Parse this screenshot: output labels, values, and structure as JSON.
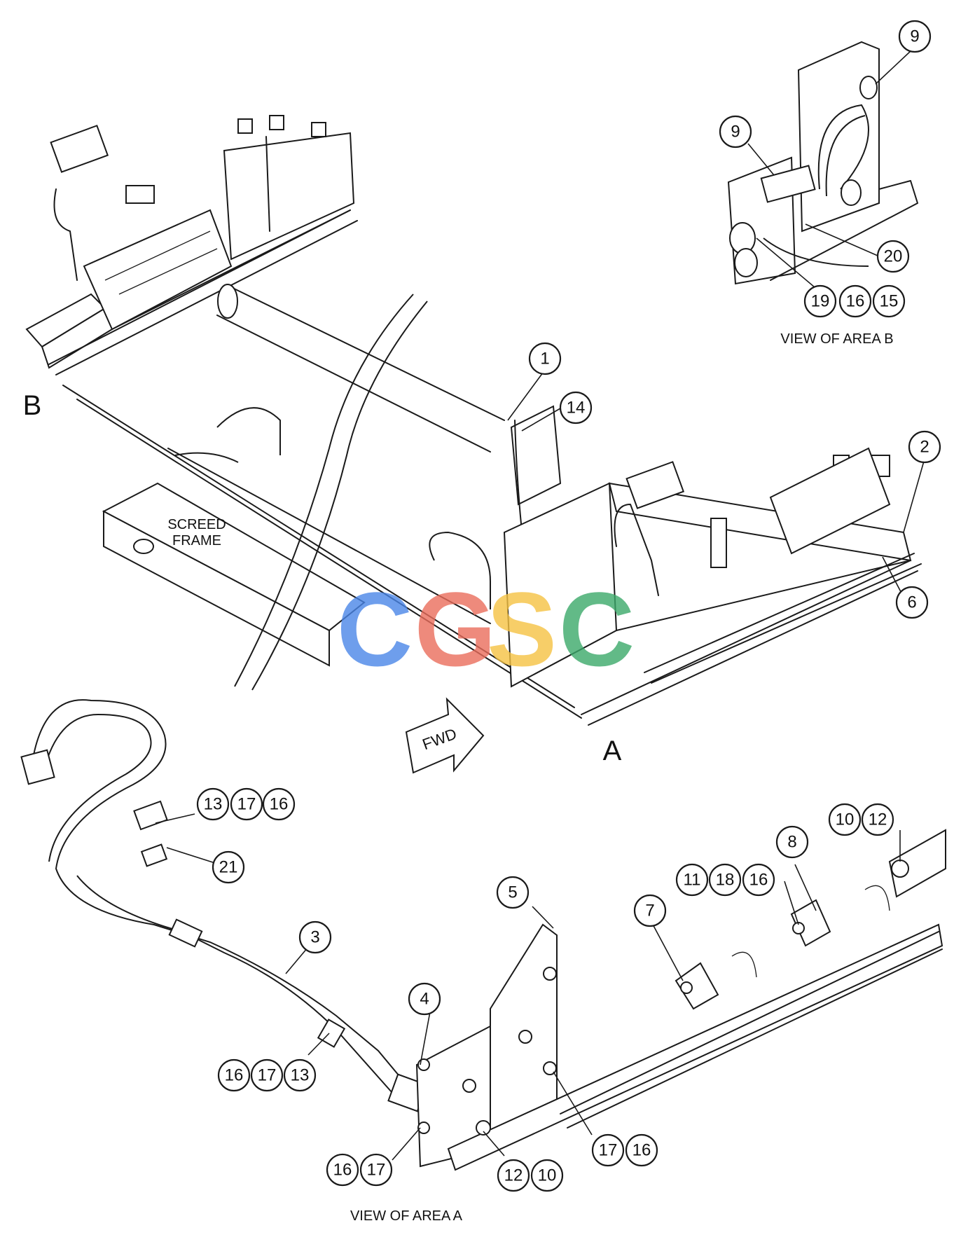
{
  "view_labels": {
    "area_b": "B",
    "area_a": "A",
    "screed_frame_line1": "SCREED",
    "screed_frame_line2": "FRAME",
    "fwd": "FWD",
    "view_of_area_b": "VIEW OF AREA B",
    "view_of_area_a": "VIEW OF AREA A"
  },
  "watermark": {
    "text": "CGSC",
    "letters": [
      "C",
      "G",
      "S",
      "C"
    ],
    "colors": [
      "#4a86e8",
      "#ea6d5c",
      "#f6c343",
      "#3ba96a"
    ]
  },
  "callouts": {
    "c1": "1",
    "c14": "14",
    "c2": "2",
    "c6": "6",
    "b9a": "9",
    "b9b": "9",
    "b20": "20",
    "b19": "19",
    "b16": "16",
    "b15": "15",
    "a13": "13",
    "a17": "17",
    "a16": "16",
    "a21": "21",
    "a3": "3",
    "a4": "4",
    "a5": "5",
    "a7": "7",
    "a8": "8",
    "a11": "11",
    "a18": "18",
    "a16b": "16",
    "a10": "10",
    "a12": "12",
    "a16c": "16",
    "a17c": "17",
    "a13c": "13",
    "a16d": "16",
    "a17d": "17",
    "a12e": "12",
    "a10e": "10",
    "a17f": "17",
    "a16f": "16"
  }
}
